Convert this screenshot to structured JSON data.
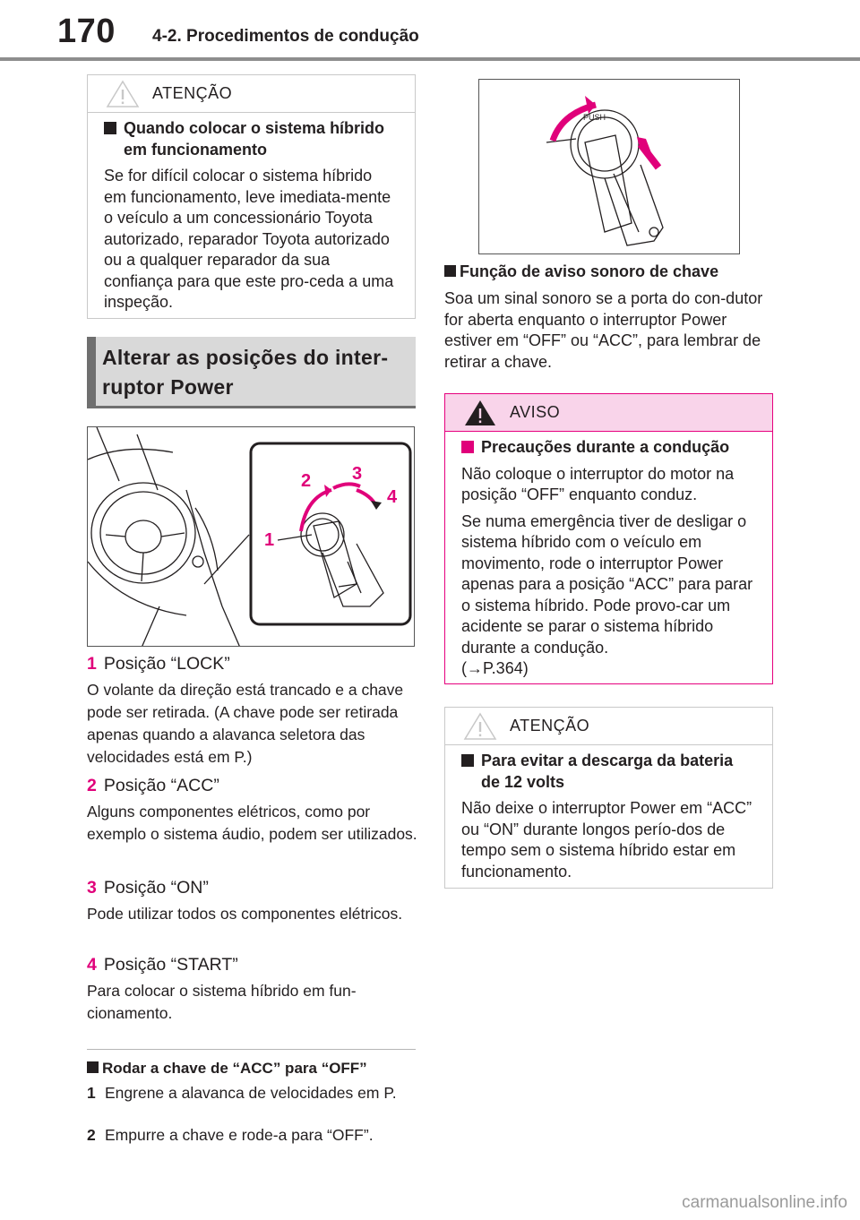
{
  "header": {
    "page_number": "170",
    "section": "4-2. Procedimentos de condução"
  },
  "attention_box_1": {
    "title": "ATENÇÃO",
    "subtitle": "Quando colocar o sistema híbrido em funcionamento",
    "body": "Se for difícil colocar o sistema híbrido em funcionamento, leve imediata-mente o veículo a um concessionário Toyota autorizado, reparador Toyota autorizado ou a qualquer reparador da sua confiança para que este pro-ceda a uma inspeção."
  },
  "section_heading": "Alterar as posições do inter-ruptor Power",
  "figure_labels": [
    "1",
    "2",
    "3",
    "4"
  ],
  "positions": [
    {
      "num": "1",
      "title": "Posição “LOCK”",
      "desc": "O volante da direção está trancado e a chave pode ser retirada. (A chave pode ser retirada apenas quando a alavanca seletora das velocidades está em P.)"
    },
    {
      "num": "2",
      "title": "Posição “ACC”",
      "desc": "Alguns componentes elétricos, como por exemplo o sistema áudio, podem ser utilizados."
    },
    {
      "num": "3",
      "title": "Posição “ON”",
      "desc": "Pode utilizar todos os componentes elétricos."
    },
    {
      "num": "4",
      "title": "Posição “START”",
      "desc": "Para colocar o sistema híbrido em fun-cionamento."
    }
  ],
  "acc_off": {
    "title": "Rodar a chave de “ACC” para “OFF”",
    "steps": [
      {
        "num": "1",
        "text": "Engrene a alavanca de velocidades em P."
      },
      {
        "num": "2",
        "text": "Empurre a chave e rode-a para “OFF”."
      }
    ]
  },
  "key_warning": {
    "title": "Função de aviso sonoro de chave",
    "body": "Soa um sinal sonoro se a porta do con-dutor for aberta enquanto o interruptor Power estiver em “OFF” ou “ACC”, para lembrar de retirar a chave."
  },
  "warning_box": {
    "title": "AVISO",
    "subtitle": "Precauções durante a condução",
    "p1": "Não coloque o interruptor do motor na posição “OFF” enquanto conduz.",
    "p2": "Se numa emergência tiver de desligar o sistema híbrido com o veículo em movimento, rode o interruptor Power apenas para a posição “ACC” para parar o sistema híbrido. Pode provo-car um acidente se parar o sistema híbrido durante a condução.",
    "p3": "(→P.364)"
  },
  "attention_box_2": {
    "title": "ATENÇÃO",
    "subtitle": "Para evitar a descarga da bateria de 12 volts",
    "body": "Não deixe o interruptor Power em “ACC” ou “ON” durante longos perío-dos de tempo sem o sistema híbrido estar em funcionamento."
  },
  "footer": "carmanualsonline.info",
  "colors": {
    "accent": "#e0007a",
    "warning_bg": "#f9d4ea"
  }
}
